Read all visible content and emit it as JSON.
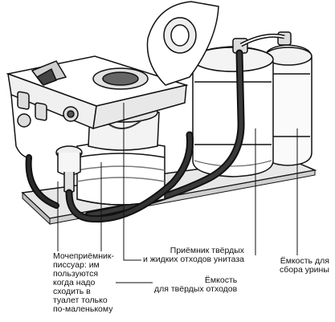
{
  "labels": {
    "urinal": [
      "Мочеприёмник-",
      "писсуар: им",
      "пользуются",
      "когда надо",
      "сходить в",
      "туалет только",
      "по-маленькому"
    ],
    "receiver": [
      "Приёмник твёрдых",
      "и жидких отходов унитаза"
    ],
    "solid_tank": [
      "Ёмкость",
      "для твёрдых отходов"
    ],
    "urine_tank": [
      "Ёмкость для",
      "сбора урины"
    ]
  },
  "colors": {
    "line": "#111111",
    "shade": "#2a2a2a",
    "paper": "#ffffff",
    "base": "#e8e8e8"
  }
}
